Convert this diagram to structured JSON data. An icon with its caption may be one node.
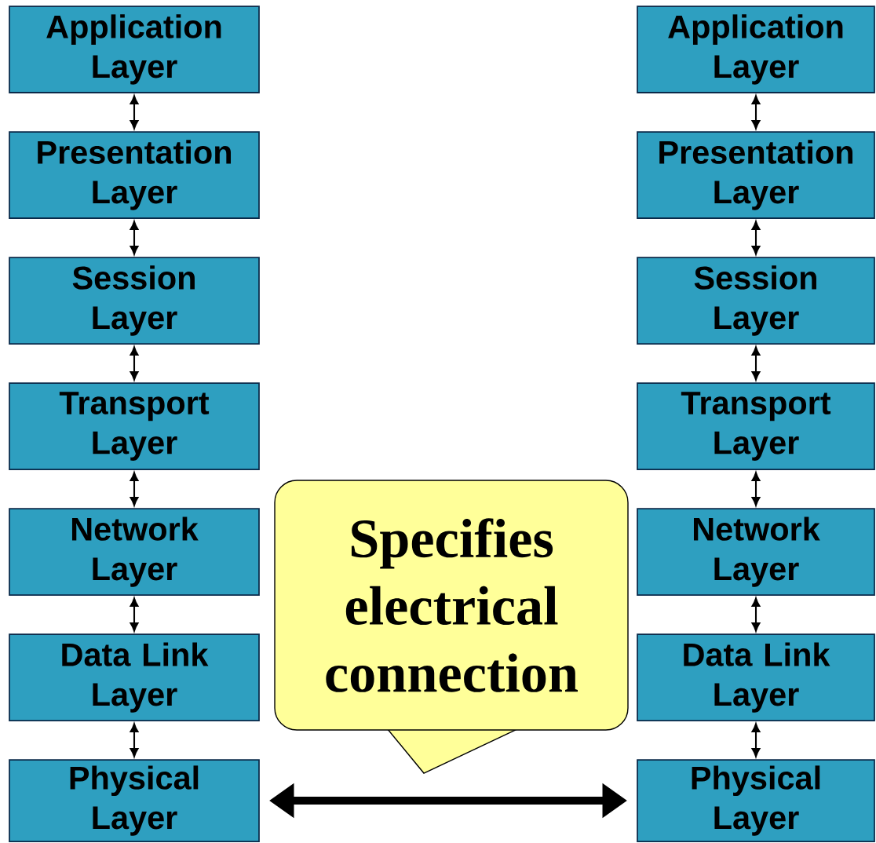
{
  "diagram": {
    "nodes": [
      {
        "text": [
          "Application Layer"
        ]
      },
      {
        "text": [
          "Presentation Layer"
        ]
      },
      {
        "text": [
          "Session Layer"
        ]
      },
      {
        "text": [
          "Transport Layer"
        ]
      },
      {
        "text": [
          "Network Layer"
        ]
      },
      {
        "text": [
          "Data Link Layer"
        ]
      },
      {
        "text": [
          "Physical Layer"
        ]
      },
      {
        "text": [
          "Application Layer"
        ]
      },
      {
        "text": [
          "Presentation Layer"
        ]
      },
      {
        "text": [
          "Session Layer"
        ]
      },
      {
        "text": [
          "Transport Layer"
        ]
      },
      {
        "text": [
          "Network Layer"
        ]
      },
      {
        "text": [
          "Data Link Layer"
        ]
      },
      {
        "text": [
          "Physical Layer"
        ]
      },
      {
        "text": [
          "Specifies electrical connection"
        ]
      }
    ],
    "edges": [
      {
        "from": 0,
        "to": 1,
        "arrow": "both"
      },
      {
        "from": 1,
        "to": 2,
        "arrow": "both"
      },
      {
        "from": 2,
        "to": 3,
        "arrow": "both"
      },
      {
        "from": 3,
        "to": 4,
        "arrow": "both"
      },
      {
        "from": 4,
        "to": 5,
        "arrow": "both"
      },
      {
        "from": 5,
        "to": 6,
        "arrow": "both"
      },
      {
        "from": 7,
        "to": 8,
        "arrow": "both"
      },
      {
        "from": 8,
        "to": 9,
        "arrow": "both"
      },
      {
        "from": 9,
        "to": 10,
        "arrow": "both"
      },
      {
        "from": 10,
        "to": 11,
        "arrow": "both"
      },
      {
        "from": 11,
        "to": 12,
        "arrow": "both"
      },
      {
        "from": 12,
        "to": 13,
        "arrow": "both"
      },
      {
        "from": 6,
        "to": 13,
        "arrow": "both",
        "style": "thick"
      }
    ]
  }
}
